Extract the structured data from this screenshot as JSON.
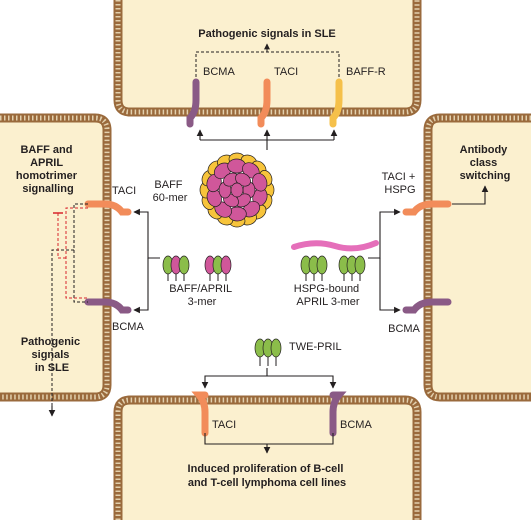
{
  "colors": {
    "cell_fill": "#fbf0cf",
    "membrane": "#9a6a3c",
    "membrane_inner": "#e2d0ae",
    "baff_yellow": "#f7c43b",
    "baff_magenta": "#d0579a",
    "green": "#8bbd4a",
    "taci_orange": "#f28c5a",
    "bcma_purple": "#8a5a86",
    "baffr_yellow": "#f5c04a",
    "hspg_pink": "#e56fba",
    "inhibit_red": "#d7262c"
  },
  "top_cell": {
    "title": "Pathogenic signals in SLE",
    "receptors": [
      "BCMA",
      "TACI",
      "BAFF-R"
    ]
  },
  "left_cell": {
    "title": "BAFF and APRIL homotrimer signalling",
    "title_lines": [
      "BAFF and",
      "APRIL",
      "homotrimer",
      "signalling"
    ],
    "receptor_taci": "TACI",
    "receptor_bcma": "BCMA",
    "outcome_lines": [
      "Pathogenic",
      "signals",
      "in SLE"
    ]
  },
  "right_cell": {
    "title_lines": [
      "Antibody",
      "class",
      "switching"
    ],
    "receptor_top_lines": [
      "TACI +",
      "HSPG"
    ],
    "receptor_bcma": "BCMA"
  },
  "bottom_cell": {
    "receptor_taci": "TACI",
    "receptor_bcma": "BCMA",
    "outcome_lines": [
      "Induced proliferation of B-cell",
      "and T-cell lymphoma cell lines"
    ]
  },
  "ligands": {
    "baff60_lines": [
      "BAFF",
      "60-mer"
    ],
    "baff_april_lines": [
      "BAFF/APRIL",
      "3-mer"
    ],
    "hspg_april_lines": [
      "HSPG-bound",
      "APRIL 3-mer"
    ],
    "twepril": "TWE-PRIL"
  }
}
